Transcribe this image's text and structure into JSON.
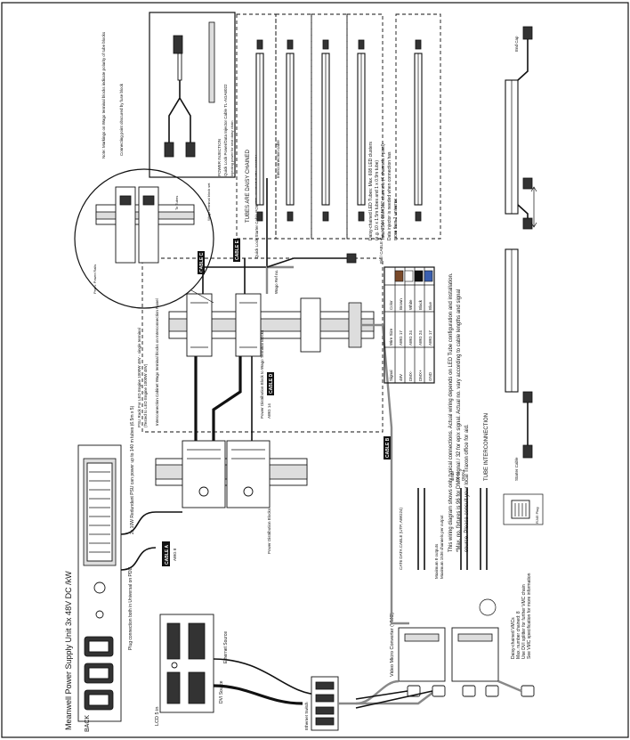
{
  "psu": {
    "title": "Meanwell Power Supply Unit 3x 48V DC /kW",
    "back_label": "BACK",
    "plug_note": "Plug connection both in Universal on PDU",
    "psu_rate": "2x 10W Redundant PSU can power up to 140 m tubes (6.5m x 5)",
    "psu_note": "PSU Rack For LED Engine 1000W 48V - single terminal",
    "psu_note2": "(Tested to LED Engine 1000W 48V)"
  },
  "lcd": {
    "label": "LCD 5 in",
    "ethernet_source": "Ethernet Source",
    "dvi_source": "DVI Source",
    "ethernet_switch": "Ethernet Switch"
  },
  "interconnection": {
    "heading": "Interconnection Cabinet Wago terminal blocks on Interconnection Panel",
    "distribution_block": "Power Distribution Blocks",
    "distribution_block2": "Power Distribution Block to Wago Terminal Blocks",
    "awg14": "AWG 14",
    "awg8": "AWG 8",
    "wago_ref": "Wago Ref no.",
    "note_markings": "Note: Markings on Wago terminal blocks indicate polarity of tube blocks",
    "connecting_point": "Connecting point obscured by fuse block",
    "perm_blocks": "Perm. Power Rails",
    "wago_block_label": "Wago terminal block set",
    "to_tubes": "To Tubes"
  },
  "cables": {
    "cable_a": "CABLE A",
    "cable_b": "CABLE B",
    "cable_c": "CABLE C",
    "cable_d": "CABLE D",
    "cable_e": "CABLE E",
    "cat6": "CAT6 DATA CABLE (UTP, AWG24)",
    "quick_lock": "Quick Lock Starter Cable POWER: AWG17 DATA: AWG24",
    "interconnect_cable": "Interconnection cable"
  },
  "power_injection": {
    "title": "POWER INJECTION",
    "desc": "Quick Lock Power/Data Injector Cable TL-AGA6022",
    "note": "Injecting power for next daisy chain"
  },
  "tubes": {
    "heading": "TUBES ARE DAISY CHAINED",
    "note1": "Daisy-chained LED Tubes: Max. 608 LED clusters",
    "note2": "(e.g. 10 x 1.5m tubes and 1 x 0.9m tube)",
    "note3": "Total 2564 DMX512 channels (4 channels / pixel)",
    "note4": "Data injector is needed when connection has",
    "note5": "more than 1 universe.",
    "interconnection_title": "TUBE INTERCONNECTION",
    "end_cap": "End Cap",
    "starter_cable": "Starter Cable"
  },
  "disclaimer": {
    "line1": "This wiring diagram shows only typical connections. Actual wiring depends on LED Tube configuration and installation.",
    "line2": "*Max. no. fixtures is 96 for DMX signal / 32 for epix signal. Actual no. vary according to cable lengths and signal",
    "line3": "source. Please consult your local Traxon office for aid."
  },
  "cable_table": {
    "title": "Pin / CABLE C",
    "headers": [
      "Signal",
      "Wire Size",
      "Color"
    ],
    "rows": [
      [
        "48V",
        "AWG 17",
        "Brown"
      ],
      [
        "DMX-",
        "AWG 24",
        "White"
      ],
      [
        "DMX+",
        "AWG 24",
        "Black"
      ],
      [
        "GND",
        "AWG 17",
        "Blue"
      ]
    ],
    "swatches": [
      "#7a4a2a",
      "#ffffff",
      "#111111",
      "#3a5fb0"
    ]
  },
  "vmc": {
    "label": "Video Micro Converter (VMC)",
    "daisy1": "Daisy-chained VMCs",
    "daisy2": "Max. number chained: 8",
    "daisy3": "Use DVI splitter for further VMC chain",
    "daisy4": "See VMC specification for more information",
    "max_outputs": "Maximum 8 outputs",
    "max_tubes": "Maximum 1536 channels per output",
    "rj45": "RJ45 Plug",
    "gnd": "GND",
    "dmx_minus": "DMX-",
    "dmx_plus": "DMX+"
  }
}
